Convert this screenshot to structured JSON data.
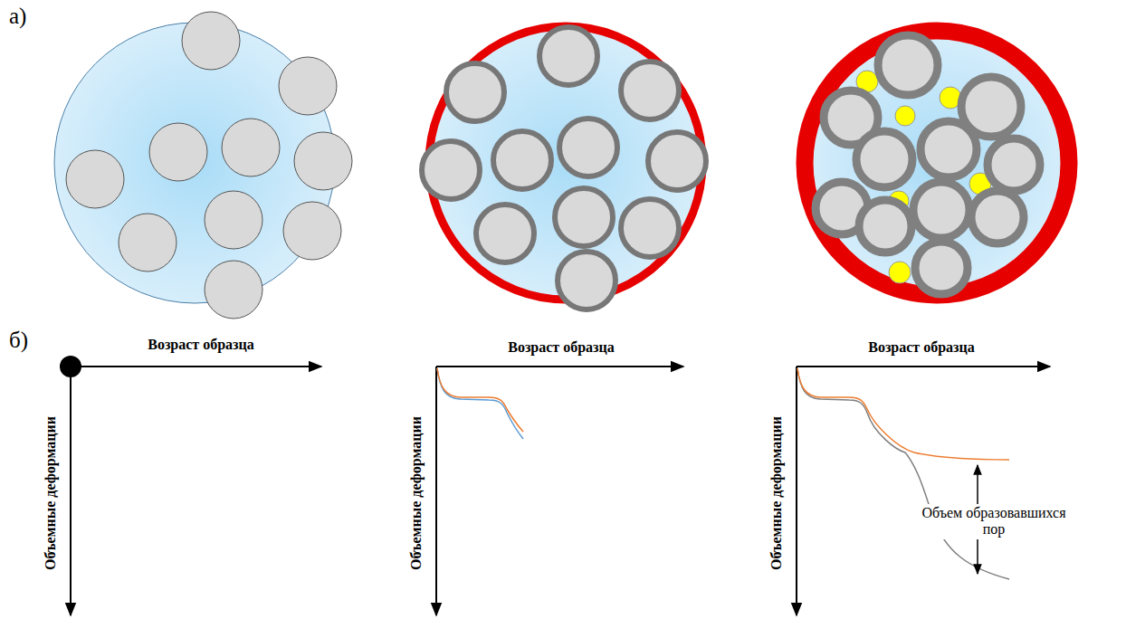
{
  "diagram": {
    "labels": [
      "а)",
      "б)",
      "Возраст образца",
      "Объемные деформации",
      "Возраст образца",
      "Объемные деформации",
      "Возраст образца",
      "Объемные деформации",
      "Объем образовавшихся пор"
    ]
  }
}
